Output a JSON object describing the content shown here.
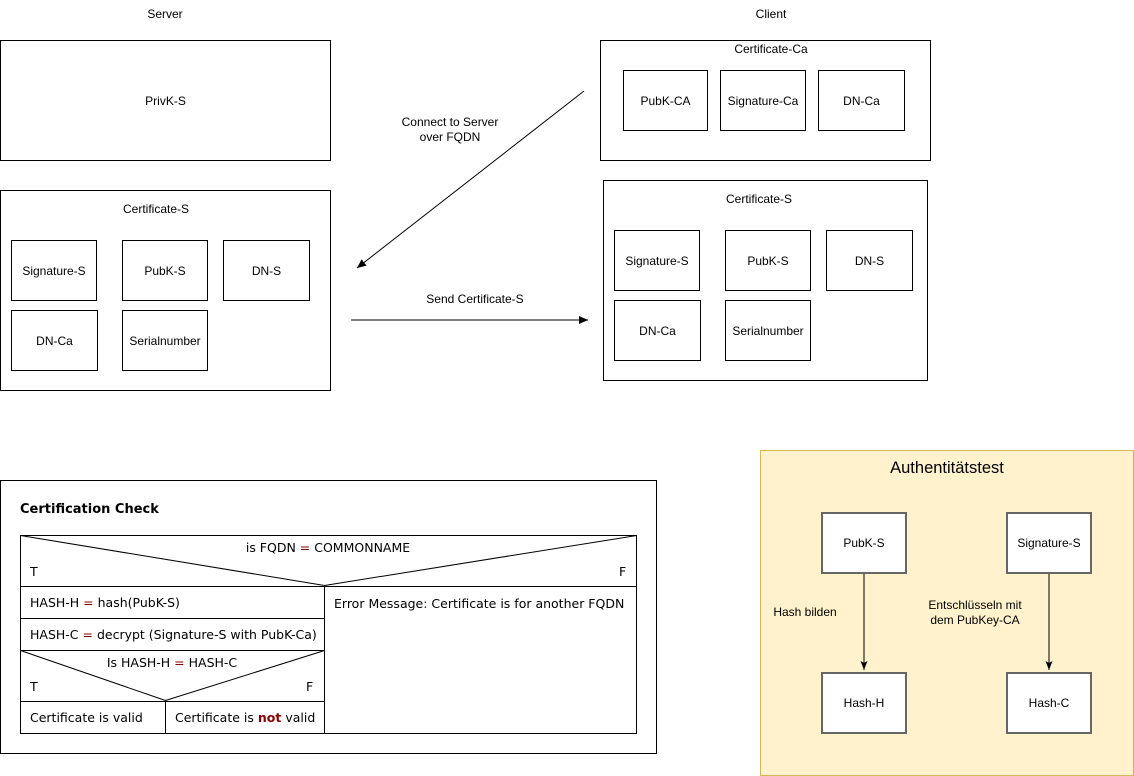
{
  "headers": {
    "server": "Server",
    "client": "Client"
  },
  "server": {
    "privk": "PrivK-S",
    "cert": {
      "title": "Certificate-S",
      "signature": "Signature-S",
      "pubk": "PubK-S",
      "dn": "DN-S",
      "dnca": "DN-Ca",
      "serial": "Serialnumber"
    }
  },
  "client": {
    "certca": {
      "title": "Certificate-Ca",
      "pubk": "PubK-CA",
      "signature": "Signature-Ca",
      "dn": "DN-Ca"
    },
    "cert": {
      "title": "Certificate-S",
      "signature": "Signature-S",
      "pubk": "PubK-S",
      "dn": "DN-S",
      "dnca": "DN-Ca",
      "serial": "Serialnumber"
    }
  },
  "arrows": {
    "connect_line1": "Connect to Server",
    "connect_line2": "over FQDN",
    "send": "Send Certificate-S"
  },
  "check": {
    "title": "Certification Check",
    "cond1_pre": "is FQDN ",
    "eq": "=",
    "cond1_post": " COMMONNAME",
    "t": "T",
    "f": "F",
    "hashh_pre": "HASH-H ",
    "hashh_post": " hash(PubK-S)",
    "hashc_pre": "HASH-C ",
    "hashc_post": " decrypt (Signature-S with PubK-Ca)",
    "cond2_pre": "Is HASH-H ",
    "cond2_post": " HASH-C",
    "valid": "Certificate is valid",
    "invalid_pre": "Certificate is ",
    "invalid_not": "not",
    "invalid_post": " valid",
    "error": "Error Message: Certificate is for another FQDN"
  },
  "auth": {
    "title": "Authentitätstest",
    "pubk": "PubK-S",
    "signature": "Signature-S",
    "hash_label": "Hash bilden",
    "decrypt_line1": "Entschlüsseln mit",
    "decrypt_line2": "dem PubKey-CA",
    "hashh": "Hash-H",
    "hashc": "Hash-C"
  }
}
